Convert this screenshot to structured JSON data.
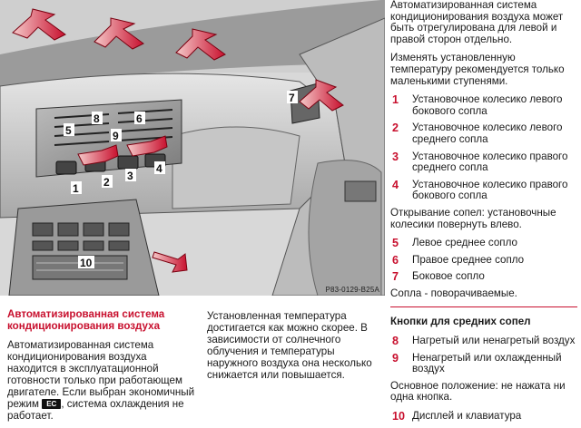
{
  "figure": {
    "code": "P83-0129-B25A",
    "callouts": [
      "1",
      "2",
      "3",
      "4",
      "5",
      "6",
      "7",
      "8",
      "9",
      "10"
    ]
  },
  "right": {
    "intro": "Автоматизированная система кондиционирования воздуха может быть отрегулирована для левой и правой сторон отдельно.",
    "advice": "Изменять установленную температуру рекомендуется только маленькими ступенями.",
    "items": [
      {
        "n": "1",
        "text": "Установочное колесико левого бокового сопла"
      },
      {
        "n": "2",
        "text": "Установочное колесико левого среднего сопла"
      },
      {
        "n": "3",
        "text": "Установочное колесико правого среднего сопла"
      },
      {
        "n": "4",
        "text": "Установочное колесико правого бокового сопла"
      }
    ],
    "open_note": "Открывание сопел: установочные колесики повернуть влево.",
    "items2": [
      {
        "n": "5",
        "text": "Левое среднее сопло"
      },
      {
        "n": "6",
        "text": "Правое среднее сопло"
      },
      {
        "n": "7",
        "text": "Боковое сопло"
      }
    ],
    "rotate_note": "Сопла - поворачиваемые.",
    "buttons_heading": "Кнопки для средних сопел",
    "items3": [
      {
        "n": "8",
        "text": "Нагретый или ненагретый воздух"
      },
      {
        "n": "9",
        "text": "Ненагретый или охлажденный воздух"
      }
    ],
    "basic_note": "Основное положение: не нажата ни одна кнопка.",
    "items4": [
      {
        "n": "10",
        "text": "Дисплей и клавиатура"
      }
    ]
  },
  "left": {
    "heading": "Автоматизированная система кондиционирования воздуха",
    "text_before": "Автоматизированная система кондиционирования воздуха находится в эксплуатационной готовности только при работающем двигателе. Если выбран экономичный режим",
    "ec_label": "EC",
    "text_after": ", система охлаждения не работает."
  },
  "middle": {
    "text": "Установленная температура достигается как можно скорее. В зависимости от солнечного облучения и температуры наружного воздуха она несколько снижается или повышается."
  },
  "colors": {
    "accent": "#c8102e",
    "figure_bg": "#d8d8d8"
  }
}
